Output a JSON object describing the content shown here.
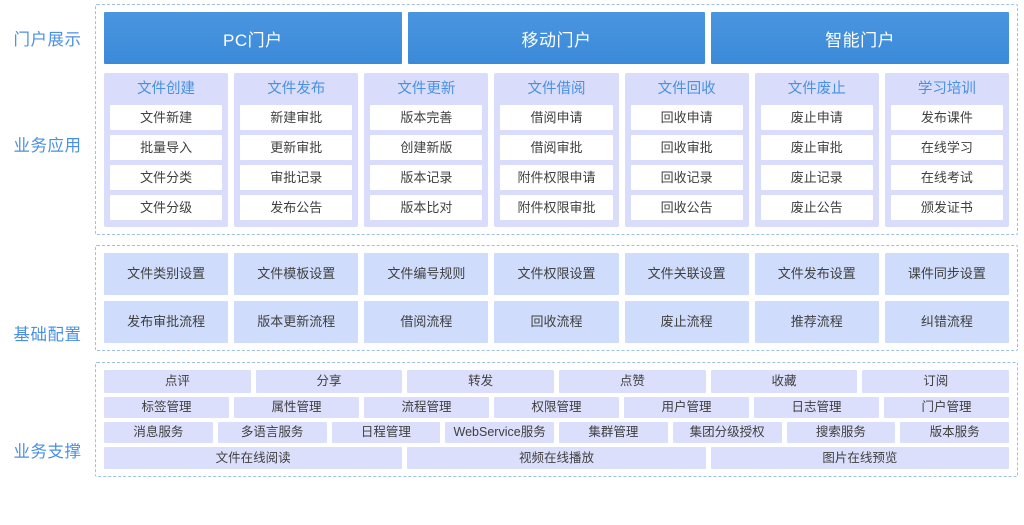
{
  "colors": {
    "portal_blue": "#3b8ad9",
    "accent_text": "#4a90e2",
    "card_lavender": "#d9ddfb",
    "tile_blue": "#cfdcfb",
    "support_tile": "#dbdffb",
    "dashed_border": "#9cc0ea",
    "item_white": "#ffffff",
    "body_text": "#3f3f3f"
  },
  "rail": {
    "labels": [
      {
        "id": "portal-display",
        "text": "门户展示"
      },
      {
        "id": "business-application",
        "text": "业务应用"
      },
      {
        "id": "basic-configuration",
        "text": "基础配置"
      },
      {
        "id": "business-support",
        "text": "业务支撑"
      }
    ]
  },
  "portals": [
    {
      "id": "pc-portal",
      "label": "PC门户"
    },
    {
      "id": "mobile-portal",
      "label": "移动门户"
    },
    {
      "id": "smart-portal",
      "label": "智能门户"
    }
  ],
  "categories": [
    {
      "id": "file-create",
      "title": "文件创建",
      "items": [
        "文件新建",
        "批量导入",
        "文件分类",
        "文件分级"
      ]
    },
    {
      "id": "file-publish",
      "title": "文件发布",
      "items": [
        "新建审批",
        "更新审批",
        "审批记录",
        "发布公告"
      ]
    },
    {
      "id": "file-update",
      "title": "文件更新",
      "items": [
        "版本完善",
        "创建新版",
        "版本记录",
        "版本比对"
      ]
    },
    {
      "id": "file-borrow",
      "title": "文件借阅",
      "items": [
        "借阅申请",
        "借阅审批",
        "附件权限申请",
        "附件权限审批"
      ]
    },
    {
      "id": "file-recycle",
      "title": "文件回收",
      "items": [
        "回收申请",
        "回收审批",
        "回收记录",
        "回收公告"
      ]
    },
    {
      "id": "file-abolish",
      "title": "文件废止",
      "items": [
        "废止申请",
        "废止审批",
        "废止记录",
        "废止公告"
      ]
    },
    {
      "id": "learning-training",
      "title": "学习培训",
      "items": [
        "发布课件",
        "在线学习",
        "在线考试",
        "颁发证书"
      ]
    }
  ],
  "config": {
    "rows": [
      [
        "文件类别设置",
        "文件模板设置",
        "文件编号规则",
        "文件权限设置",
        "文件关联设置",
        "文件发布设置",
        "课件同步设置"
      ],
      [
        "发布审批流程",
        "版本更新流程",
        "借阅流程",
        "回收流程",
        "废止流程",
        "推荐流程",
        "纠错流程"
      ]
    ]
  },
  "support": {
    "rows": [
      [
        "点评",
        "分享",
        "转发",
        "点赞",
        "收藏",
        "订阅"
      ],
      [
        "标签管理",
        "属性管理",
        "流程管理",
        "权限管理",
        "用户管理",
        "日志管理",
        "门户管理"
      ],
      [
        "消息服务",
        "多语言服务",
        "日程管理",
        "WebService服务",
        "集群管理",
        "集团分级授权",
        "搜索服务",
        "版本服务"
      ],
      [
        "文件在线阅读",
        "视频在线播放",
        "图片在线预览"
      ]
    ]
  }
}
